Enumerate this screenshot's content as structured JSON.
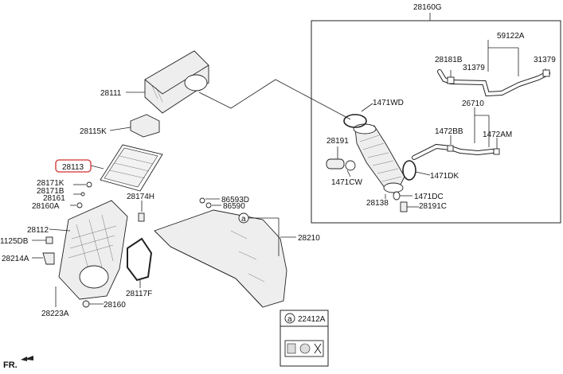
{
  "diagram": {
    "labels": {
      "p28160G": "28160G",
      "p59122A": "59122A",
      "p28181B": "28181B",
      "p31379a": "31379",
      "p31379b": "31379",
      "p28111": "28111",
      "p1471WD": "1471WD",
      "p26710": "26710",
      "p28115K": "28115K",
      "p1472BB": "1472BB",
      "p1472AM": "1472AM",
      "p28191": "28191",
      "p28113": "28113",
      "p1471DK": "1471DK",
      "p1471CW": "1471CW",
      "p28171K": "28171K",
      "p28171B": "28171B",
      "p28161": "28161",
      "p28160A": "28160A",
      "p28174H": "28174H",
      "p86593D": "86593D",
      "p86590": "86590",
      "p1471DC": "1471DC",
      "p28138": "28138",
      "p28191C": "28191C",
      "p28112": "28112",
      "p1125DB": "1125DB",
      "p28210": "28210",
      "p28214A": "28214A",
      "p28117F": "28117F",
      "p28160": "28160",
      "p28223A": "28223A",
      "p22412A": "22412A",
      "callout_a1": "a",
      "callout_a2": "a",
      "fr": "FR."
    },
    "highlight_color": "#d0312d"
  }
}
